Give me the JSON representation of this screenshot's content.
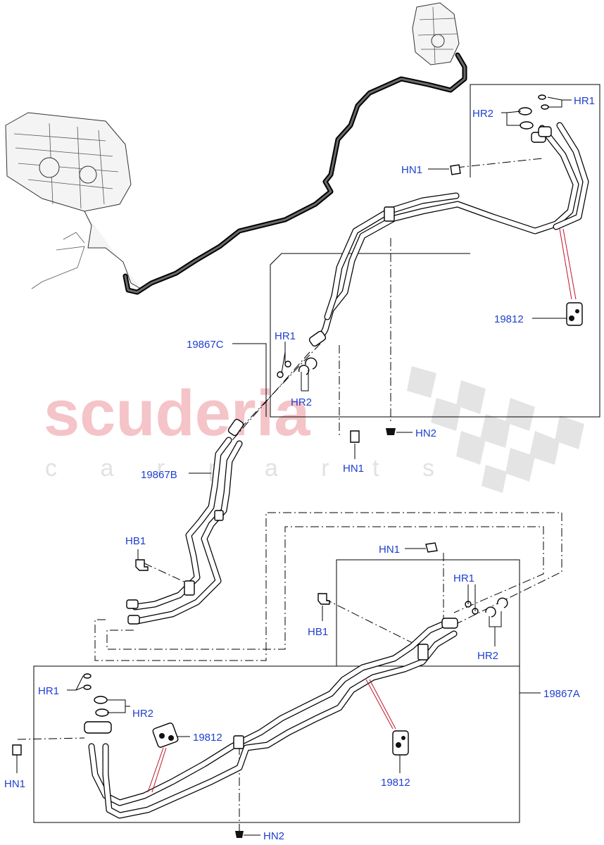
{
  "watermark": {
    "brand": "scuderia",
    "sub": "c a r p a r t s"
  },
  "labels": {
    "hr1_top": "HR1",
    "hr2_top": "HR2",
    "hn1_top": "HN1",
    "p19812_top": "19812",
    "p19867c": "19867C",
    "hr1_mid": "HR1",
    "hr2_mid": "HR2",
    "hn2_mid": "HN2",
    "hn1_mid": "HN1",
    "p19867b": "19867B",
    "hb1_left": "HB1",
    "hn1_lower": "HN1",
    "hr1_lower": "HR1",
    "hb1_lower": "HB1",
    "hr2_lower": "HR2",
    "p19867a": "19867A",
    "hr1_bottom": "HR1",
    "hr2_bottom": "HR2",
    "p19812_bl": "19812",
    "hn1_bottom": "HN1",
    "p19812_bottom": "19812",
    "hn2_bottom": "HN2"
  }
}
